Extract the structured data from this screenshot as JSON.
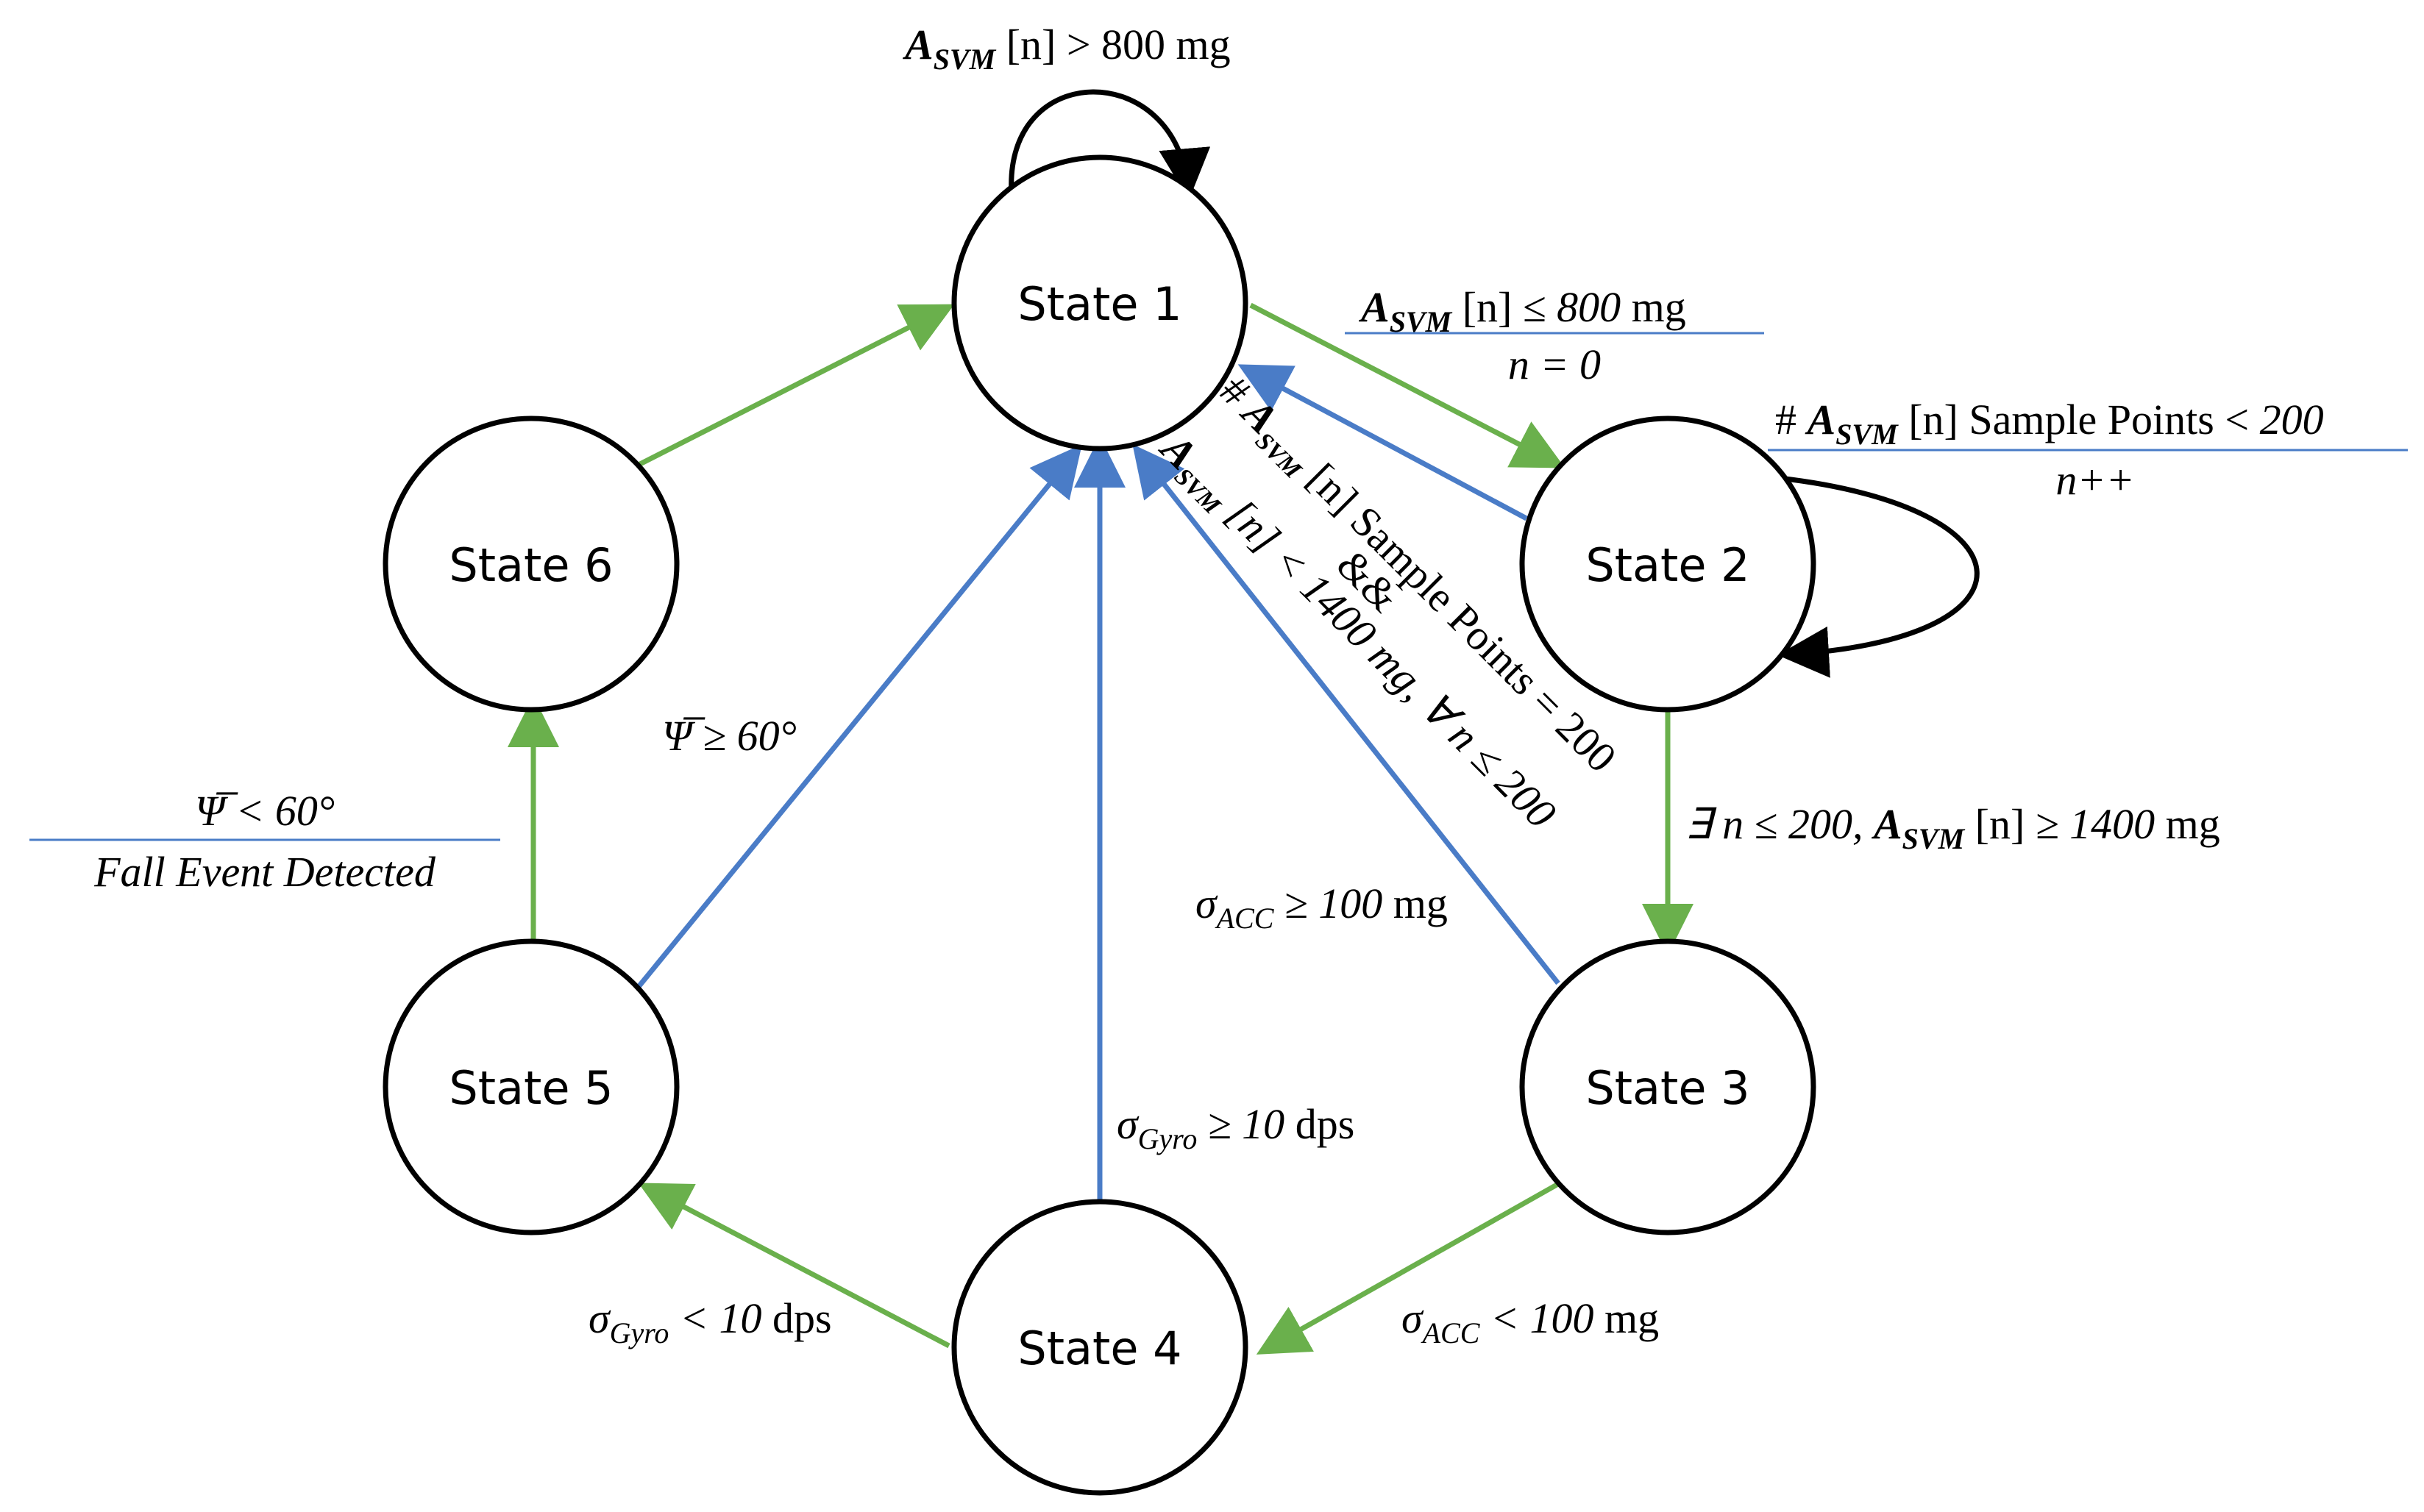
{
  "states": {
    "s1": "State 1",
    "s2": "State 2",
    "s3": "State 3",
    "s4": "State 4",
    "s5": "State 5",
    "s6": "State 6"
  },
  "transitions": {
    "s1_self": {
      "sym": "A",
      "sub": "SVM",
      "idx": " [n]",
      "rel": " > 800 mg"
    },
    "s1_to_s2": {
      "sym": "A",
      "sub": "SVM",
      "idx": " [n] ",
      "rel": "≤ 800",
      "unit": " mg",
      "action": "n = 0"
    },
    "s2_self": {
      "prefix": "# ",
      "sym": "A",
      "sub": "SVM",
      "idx": " [n]",
      "rel": " Sample Points < ",
      "val": "200",
      "action": "n++"
    },
    "s2_to_s1": {
      "line1_prefix": "# ",
      "sym": "A",
      "sub": "SVM",
      "line1_rest": " [n] Sample Points = 200",
      "line2": "&&",
      "line3_sym": "A",
      "line3_sub": "SVM",
      "line3_rest": " [n] < 1400 mg, ∀ n ≤ 200"
    },
    "s2_to_s3": {
      "prefix": "∃ n ≤ 200, ",
      "sym": "A",
      "sub": "SVM",
      "idx": " [n] ",
      "rel": "≥ 1400",
      "unit": " mg"
    },
    "s3_to_s1": {
      "sym": "σ",
      "sub": "ACC",
      "rel": " ≥ 100",
      "unit": " mg"
    },
    "s3_to_s4": {
      "sym": "σ",
      "sub": "ACC",
      "rel": " < 100",
      "unit": " mg"
    },
    "s4_to_s1": {
      "sym": "σ",
      "sub": "Gyro",
      "rel": " ≥ 10",
      "unit": " dps"
    },
    "s4_to_s5": {
      "sym": "σ",
      "sub": "Gyro",
      "rel": " < 10",
      "unit": " dps"
    },
    "s5_to_s1": {
      "sym": "Ψ̅",
      "rel": " ≥ 60°"
    },
    "s5_to_s6": {
      "sym": "Ψ̅",
      "rel": " < 60°",
      "action": "Fall Event Detected"
    }
  },
  "colors": {
    "green": "#6ab04c",
    "blue": "#4a7cc7",
    "black": "#000000"
  }
}
